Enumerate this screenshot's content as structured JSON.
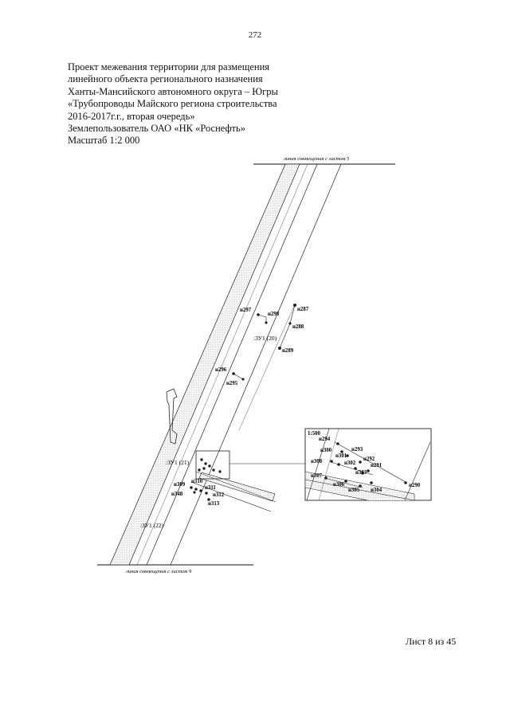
{
  "page_number": "272",
  "header": {
    "lines": [
      "Проект межевания территории для размещения",
      "линейного объекта регионального назначения",
      "Ханты-Мансийского автономного округа – Югры",
      "«Трубопроводы Майского региона строительства",
      "2016-2017г.г., вторая очередь»",
      "Землепользователь ОАО «НК «Роснефть»",
      "Масштаб 1:2 000"
    ]
  },
  "map": {
    "combo_top": "линия совмещения с листом 5",
    "combo_bottom": "линия совмещения с листом 9",
    "parcels": [
      ":ЗУ1 (20)",
      ":ЗУ1 (21)",
      ":ЗУ1 (22)"
    ],
    "points": {
      "p287": "н287",
      "p288": "н288",
      "p289": "н289",
      "p297": "н297",
      "p298": "н298",
      "p296": "н296",
      "p295": "н295",
      "p309": "н309",
      "p310": "н310",
      "p348": "н348",
      "p311": "н311",
      "p312": "н312",
      "p313": "н313"
    },
    "inset": {
      "scale": "1:500",
      "points": {
        "p294": "н294",
        "p293": "н293",
        "p300": "н300",
        "p301": "н301",
        "p292": "н292",
        "p308": "н308",
        "p302": "н302",
        "p291": "н291",
        "p303": "н303",
        "p307": "н307",
        "p306": "н306",
        "p305": "н305",
        "p304": "н304",
        "p290": "н290"
      }
    }
  },
  "footer": {
    "sheet": "Лист 8 из 45"
  }
}
